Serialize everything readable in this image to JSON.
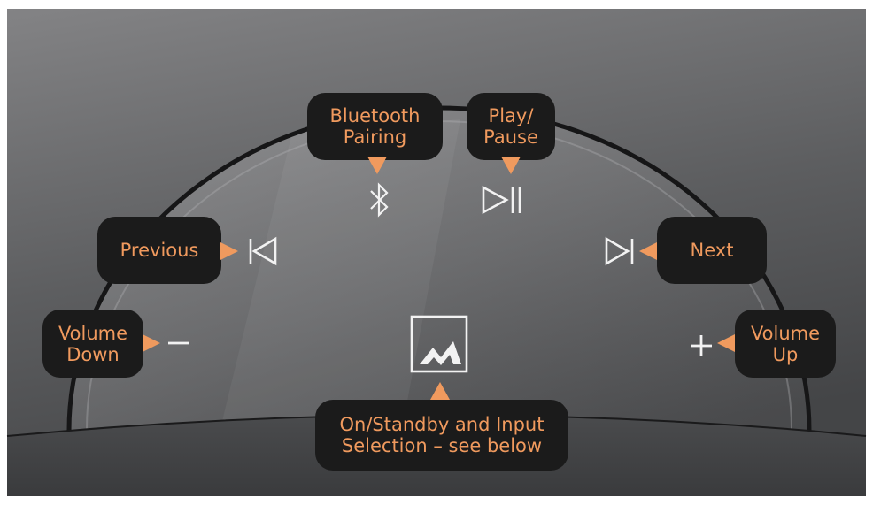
{
  "colors": {
    "callout_bg": "#1b1b1b",
    "callout_text": "#f09a5e",
    "icon": "#f2f2f2",
    "background_top": "#7c7c7e",
    "background_bottom": "#47484a"
  },
  "controls": {
    "bluetooth": {
      "label": "Bluetooth\nPairing",
      "icon": "bluetooth-icon"
    },
    "play_pause": {
      "label": "Play/\nPause",
      "icon": "play-pause-icon"
    },
    "previous": {
      "label": "Previous",
      "icon": "previous-icon"
    },
    "next": {
      "label": "Next",
      "icon": "next-icon"
    },
    "volume_down": {
      "label": "Volume\nDown",
      "icon": "minus-icon"
    },
    "volume_up": {
      "label": "Volume\nUp",
      "icon": "plus-icon"
    },
    "standby": {
      "label": "On/Standby and Input\nSelection – see below",
      "icon": "m-logo-icon"
    }
  }
}
